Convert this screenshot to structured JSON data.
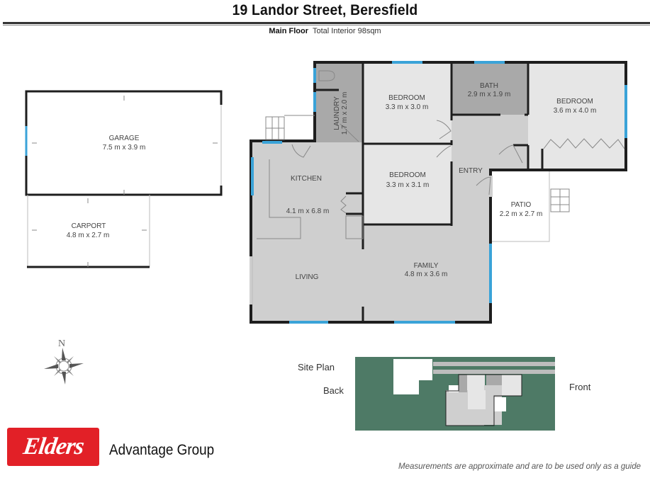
{
  "header": {
    "title": "19 Landor Street, Beresfield",
    "floor_label": "Main Floor",
    "total_interior": "Total Interior  98sqm"
  },
  "rooms": {
    "garage": {
      "name": "GARAGE",
      "size": "7.5 m x 3.9 m"
    },
    "carport": {
      "name": "CARPORT",
      "size": "4.8 m x 2.7 m"
    },
    "laundry": {
      "name": "LAUNDRY",
      "size": "1.7 m x 2.0 m"
    },
    "bedroom1": {
      "name": "BEDROOM",
      "size": "3.3 m x 3.0 m"
    },
    "bath": {
      "name": "BATH",
      "size": "2.9 m x 1.9 m"
    },
    "bedroom2": {
      "name": "BEDROOM",
      "size": "3.6 m x 4.0 m"
    },
    "kitchen": {
      "name": "KITCHEN",
      "size": "4.1 m x 6.8 m"
    },
    "bedroom3": {
      "name": "BEDROOM",
      "size": "3.3 m x 3.1 m"
    },
    "entry": {
      "name": "ENTRY"
    },
    "patio": {
      "name": "PATIO",
      "size": "2.2 m x 2.7 m"
    },
    "living": {
      "name": "LIVING"
    },
    "family": {
      "name": "FAMILY",
      "size": "4.8 m x 3.6 m"
    }
  },
  "compass": {
    "north_label": "N"
  },
  "site_plan": {
    "title": "Site Plan",
    "back_label": "Back",
    "front_label": "Front",
    "lawn_color": "#4e7a66"
  },
  "branding": {
    "logo_text": "Elders",
    "company": "Advantage Group",
    "brand_color": "#e22027"
  },
  "footer": {
    "disclaimer": "Measurements are approximate and are to be used only as a guide"
  },
  "colors": {
    "wall": "#1e1e1e",
    "window": "#3aa3d8",
    "floor_light": "#e6e6e6",
    "floor_mid": "#cfcfcf",
    "floor_dark": "#a9a9a9"
  }
}
